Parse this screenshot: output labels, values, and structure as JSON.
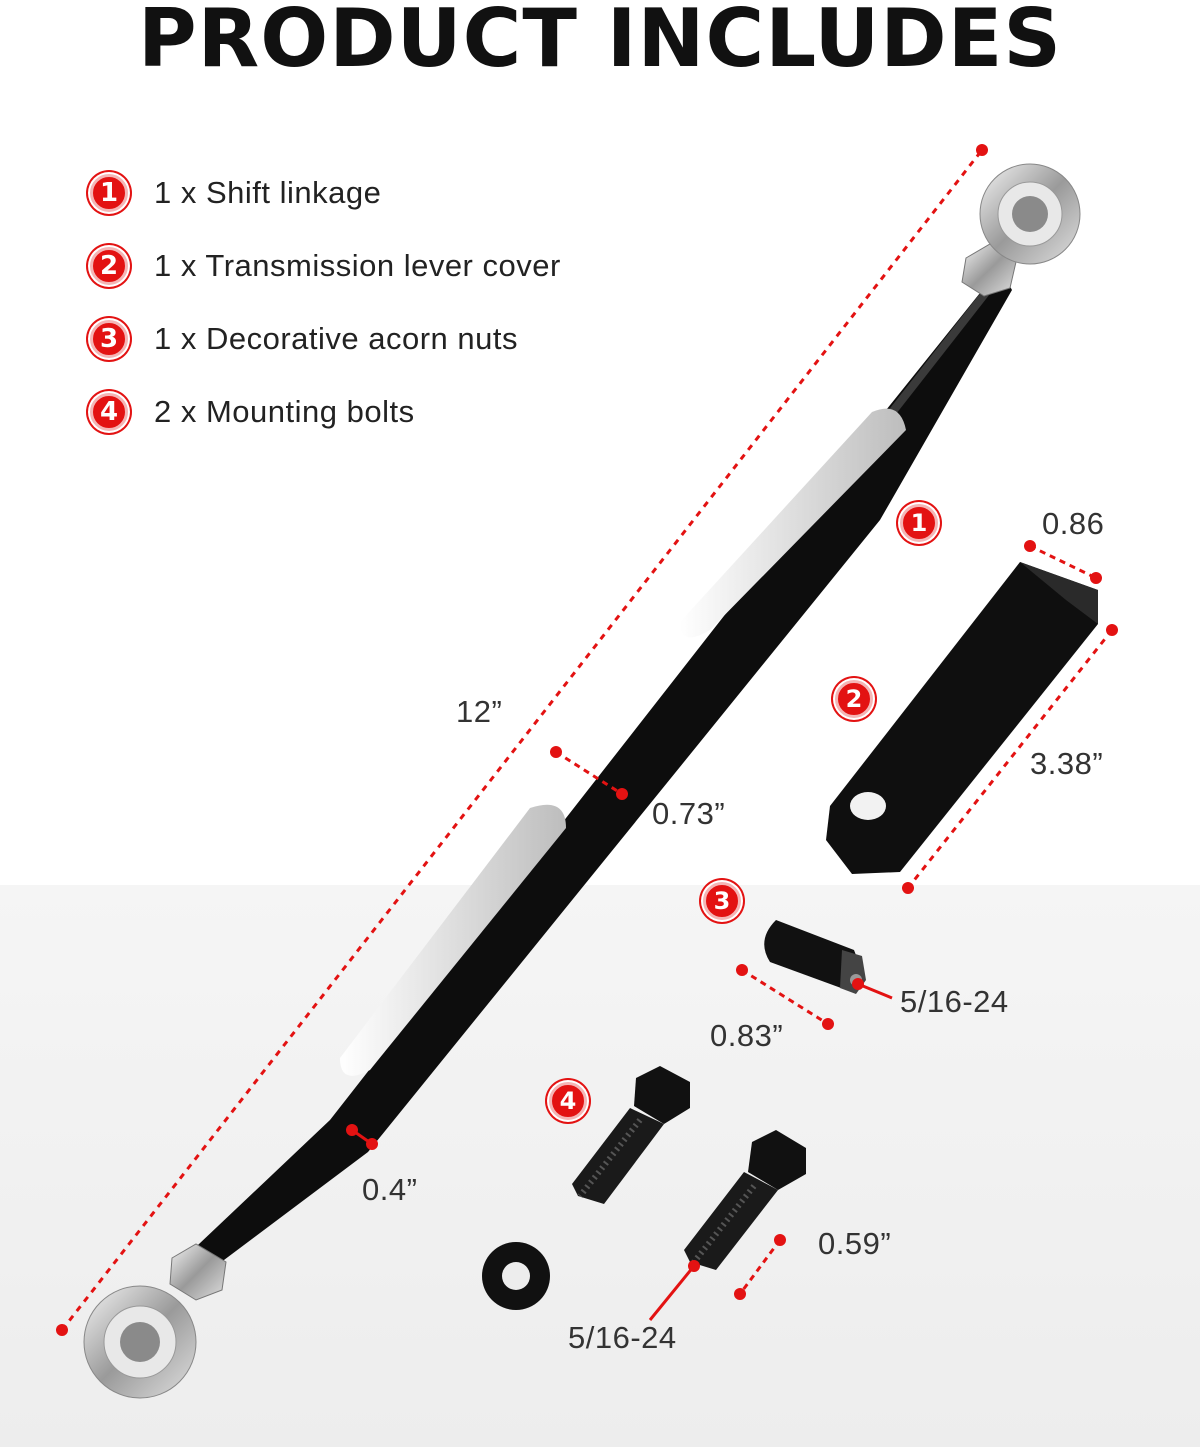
{
  "title": "PRODUCT INCLUDES",
  "legend": [
    {
      "num": "1",
      "text": "1 x Shift linkage"
    },
    {
      "num": "2",
      "text": "1 x Transmission lever cover"
    },
    {
      "num": "3",
      "text": "1 x Decorative acorn nuts"
    },
    {
      "num": "4",
      "text": "2 x Mounting bolts"
    }
  ],
  "markers": {
    "m1": "1",
    "m2": "2",
    "m3": "3",
    "m4": "4"
  },
  "dimensions": {
    "length": "12”",
    "width": "0.73”",
    "end_width": "0.4”",
    "cover_width": "0.86",
    "cover_length": "3.38”",
    "nut_length": "0.83”",
    "nut_thread": "5/16-24",
    "bolt_length": "0.59”",
    "bolt_thread": "5/16-24"
  },
  "colors": {
    "accent": "#e31212",
    "part": "#111111",
    "chrome": "#c9c9c9"
  }
}
